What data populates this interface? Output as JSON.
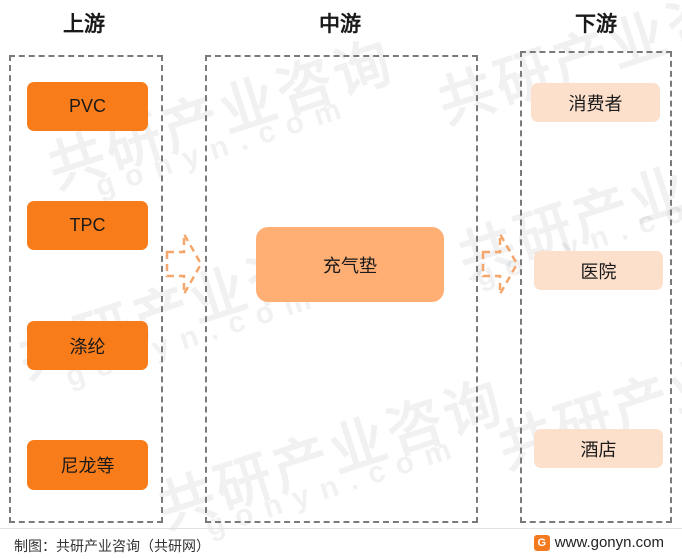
{
  "columns": {
    "upstream": {
      "title": "上游",
      "items": [
        "PVC",
        "TPC",
        "涤纶",
        "尼龙等"
      ]
    },
    "midstream": {
      "title": "中游",
      "items": [
        "充气垫"
      ]
    },
    "downstream": {
      "title": "下游",
      "items": [
        "消费者",
        "医院",
        "酒店"
      ]
    }
  },
  "colors": {
    "upstream_fill": "#f97c1b",
    "midstream_fill": "#ffae74",
    "downstream_fill": "#fde0cc",
    "arrow": "#f5a66a",
    "border": "#7a7a7a"
  },
  "watermark": {
    "brand": "共研产业咨询",
    "site": "gonyn.com"
  },
  "footer": {
    "source": "制图：共研产业咨询（共研网）",
    "website": "www.gonyn.com"
  }
}
